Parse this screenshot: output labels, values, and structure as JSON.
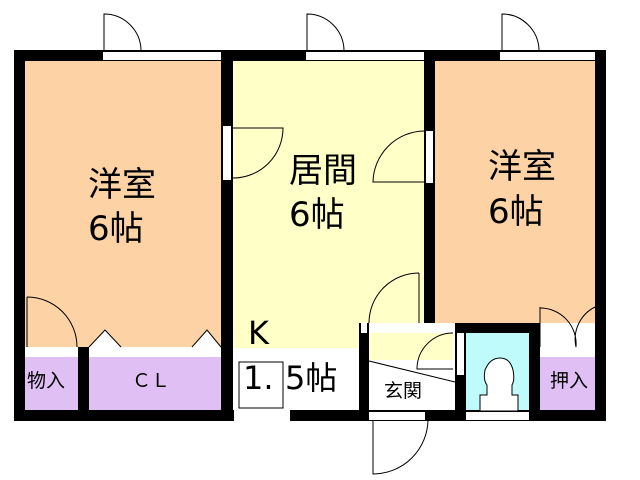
{
  "floorplan": {
    "colors": {
      "western_room": "#fdd3a6",
      "living": "#ffffc8",
      "storage": "#e0c0f4",
      "toilet": "#c0fbfb",
      "wall": "#000000",
      "entry": "#ffffff"
    },
    "rooms": [
      {
        "id": "western-room-left",
        "name": "洋室",
        "size": "6帖"
      },
      {
        "id": "living-room",
        "name": "居間",
        "size": "6帖"
      },
      {
        "id": "western-room-right",
        "name": "洋室",
        "size": "6帖"
      },
      {
        "id": "kitchen",
        "name": "K",
        "size_num": "1.",
        "size_rest": "5帖"
      },
      {
        "id": "storage-left",
        "name": "物入"
      },
      {
        "id": "closet",
        "name": "ＣＬ"
      },
      {
        "id": "entrance",
        "name": "玄関"
      },
      {
        "id": "oshiire",
        "name": "押入"
      },
      {
        "id": "toilet",
        "name": ""
      }
    ]
  }
}
